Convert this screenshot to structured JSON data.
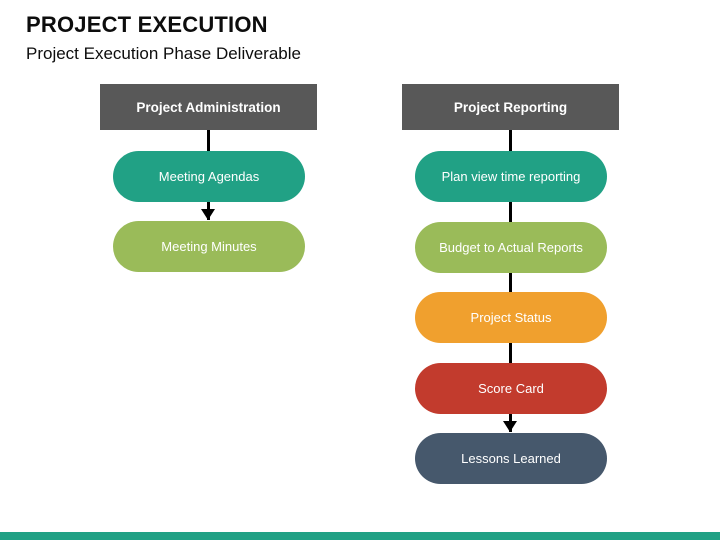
{
  "slide": {
    "title": "PROJECT EXECUTION",
    "subtitle": "Project Execution Phase Deliverable"
  },
  "colors": {
    "header_bg": "#585858",
    "teal": "#21A185",
    "green": "#9ABB59",
    "orange": "#F0A02E",
    "red": "#C23B2D",
    "slate": "#46586C",
    "connector": "#000000",
    "footer_bar": "#21A185"
  },
  "columns": [
    {
      "header": "Project Administration",
      "items": [
        {
          "label": "Meeting Agendas",
          "color": "#21A185"
        },
        {
          "label": "Meeting Minutes",
          "color": "#9ABB59"
        }
      ]
    },
    {
      "header": "Project Reporting",
      "items": [
        {
          "label": "Plan view time reporting",
          "color": "#21A185"
        },
        {
          "label": "Budget to Actual Reports",
          "color": "#9ABB59"
        },
        {
          "label": "Project Status",
          "color": "#F0A02E"
        },
        {
          "label": "Score Card",
          "color": "#C23B2D"
        },
        {
          "label": "Lessons Learned",
          "color": "#46586C"
        }
      ]
    }
  ]
}
